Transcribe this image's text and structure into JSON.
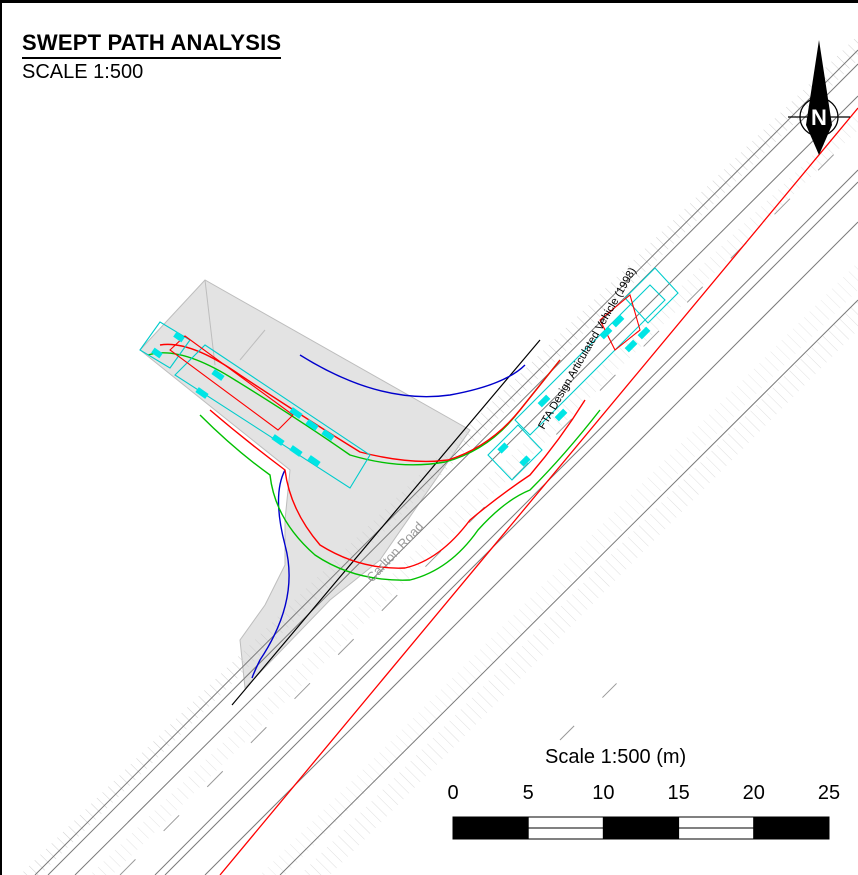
{
  "title": "SWEPT PATH ANALYSIS",
  "subtitle": "SCALE 1:500",
  "north_arrow": {
    "letter": "N"
  },
  "road_label": "Carlton Road",
  "vehicle_label": "FTA Design Articulated Vehicle (1998)",
  "scale_bar": {
    "caption": "Scale  1:500 (m)",
    "ticks": [
      "0",
      "5",
      "10",
      "15",
      "20",
      "25"
    ]
  },
  "colors": {
    "front_track": "#ff0000",
    "rear_track": "#00c000",
    "kerb_line": "#0000cc",
    "vehicle_outline": "#00cccc",
    "wheels": "#00e5e5",
    "road_edge": "#ff0000",
    "hatch": "#d8d8d8"
  }
}
